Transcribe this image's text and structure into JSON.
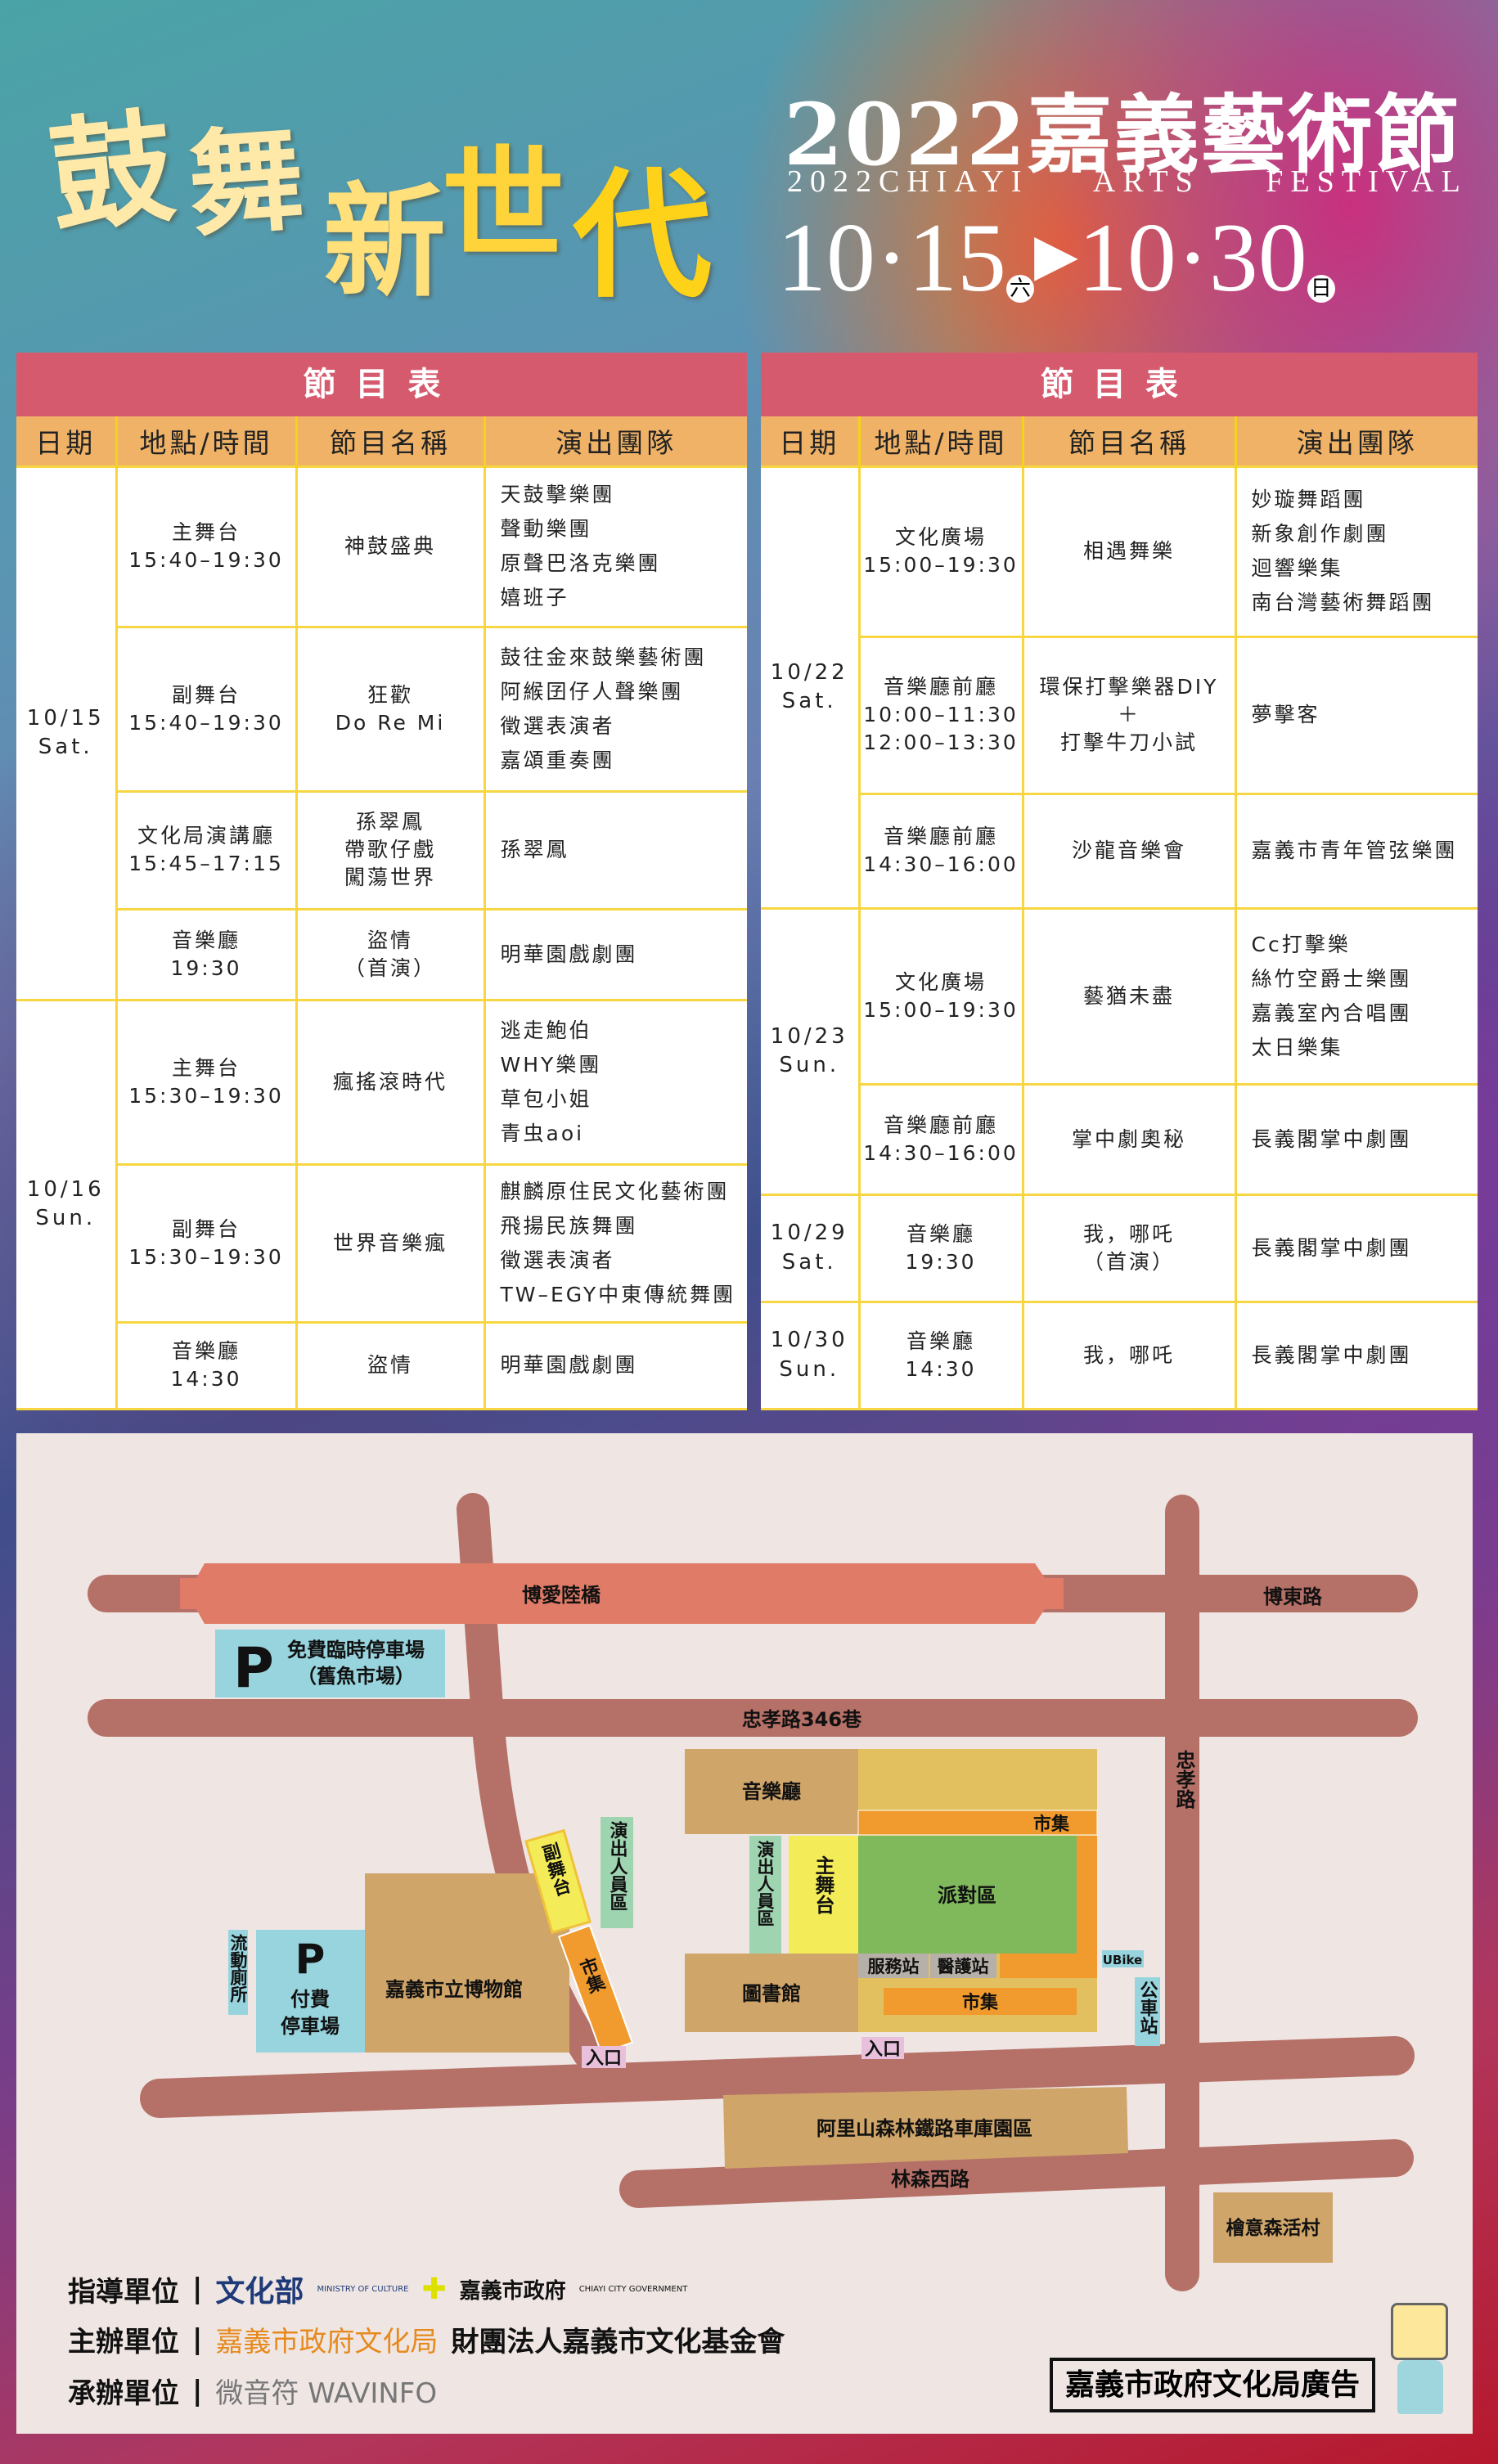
{
  "header": {
    "slogan": [
      "鼓",
      "舞",
      "新",
      "世",
      "代"
    ],
    "title": "2022嘉義藝術節",
    "subtitle": "2022CHIAYI ARTS FESTIVAL",
    "date_start": "10·15",
    "date_start_day": "六",
    "date_end": "10·30",
    "date_end_day": "日"
  },
  "schedule_title": "節目表",
  "columns": [
    "日期",
    "地點/時間",
    "節目名稱",
    "演出團隊"
  ],
  "left_table": [
    {
      "date": "10/15\nSat.",
      "rows": [
        {
          "venue": "主舞台\n15:40–19:30",
          "program": "神鼓盛典",
          "teams": "天鼓擊樂團\n聲動樂團\n原聲巴洛克樂團\n嬉班子"
        },
        {
          "venue": "副舞台\n15:40–19:30",
          "program": "狂歡\nDo Re Mi",
          "teams": "鼓往金來鼓樂藝術團\n阿緱囝仔人聲樂團\n徵選表演者\n嘉頌重奏團"
        },
        {
          "venue": "文化局演講廳\n15:45–17:15",
          "program": "孫翠鳳\n帶歌仔戲\n闖蕩世界",
          "teams": "孫翠鳳"
        },
        {
          "venue": "音樂廳\n19:30",
          "program": "盜情\n（首演）",
          "teams": "明華園戲劇團"
        }
      ]
    },
    {
      "date": "10/16\nSun.",
      "rows": [
        {
          "venue": "主舞台\n15:30–19:30",
          "program": "瘋搖滾時代",
          "teams": "逃走鮑伯\nWHY樂團\n草包小姐\n青虫aoi"
        },
        {
          "venue": "副舞台\n15:30–19:30",
          "program": "世界音樂瘋",
          "teams": "麒麟原住民文化藝術團\n飛揚民族舞團\n徵選表演者\nTW–EGY中東傳統舞團"
        },
        {
          "venue": "音樂廳\n14:30",
          "program": "盜情",
          "teams": "明華園戲劇團"
        }
      ]
    }
  ],
  "right_table": [
    {
      "date": "10/22\nSat.",
      "rows": [
        {
          "venue": "文化廣場\n15:00–19:30",
          "program": "相遇舞樂",
          "teams": "妙璇舞蹈團\n新象創作劇團\n迴響樂集\n南台灣藝術舞蹈團"
        },
        {
          "venue": "音樂廳前廳\n10:00–11:30\n12:00–13:30",
          "program": "環保打擊樂器DIY\n＋\n打擊牛刀小試",
          "teams": "夢擊客"
        },
        {
          "venue": "音樂廳前廳\n14:30–16:00",
          "program": "沙龍音樂會",
          "teams": "嘉義市青年管弦樂團"
        }
      ]
    },
    {
      "date": "10/23\nSun.",
      "rows": [
        {
          "venue": "文化廣場\n15:00–19:30",
          "program": "藝猶未盡",
          "teams": "Cc打擊樂\n絲竹空爵士樂團\n嘉義室內合唱團\n太日樂集"
        },
        {
          "venue": "音樂廳前廳\n14:30–16:00",
          "program": "掌中劇奧秘",
          "teams": "長義閣掌中劇團"
        }
      ]
    },
    {
      "date": "10/29\nSat.",
      "rows": [
        {
          "venue": "音樂廳\n19:30",
          "program": "我，哪吒\n（首演）",
          "teams": "長義閣掌中劇團"
        }
      ]
    },
    {
      "date": "10/30\nSun.",
      "rows": [
        {
          "venue": "音樂廳\n14:30",
          "program": "我，哪吒",
          "teams": "長義閣掌中劇團"
        }
      ]
    }
  ],
  "map": {
    "bridge": "博愛陸橋",
    "bodong": "博東路",
    "lane346": "忠孝路346巷",
    "zhongxiao": "忠孝路",
    "linsen": "林森西路",
    "free_parking_p": "P",
    "free_parking": "免費臨時停車場",
    "free_parking_sub": "（舊魚市場）",
    "paid_parking_p": "P",
    "paid_parking": "付費",
    "paid_parking_sub": "停車場",
    "toilet": "流動廁所",
    "museum": "嘉義市立博物館",
    "side_stage": "副舞台",
    "staff_area": "演出人員區",
    "market": "市集",
    "entrance": "入口",
    "concert_hall": "音樂廳",
    "main_stage": "主舞台",
    "party": "派對區",
    "library": "圖書館",
    "service": "服務站",
    "medical": "醫護站",
    "ubike": "UBike",
    "bus": "公車站",
    "alishan": "阿里山森林鐵路車庫園區",
    "hinoki": "檜意森活村"
  },
  "footer": {
    "guidance_label": "指導單位",
    "guidance": [
      "文化部",
      "MINISTRY OF CULTURE",
      "嘉義市政府",
      "CHIAYI CITY GOVERNMENT"
    ],
    "organizer_label": "主辦單位",
    "organizer": [
      "嘉義市政府文化局",
      "財團法人嘉義市文化基金會"
    ],
    "executor_label": "承辦單位",
    "executor": "微音符 WAVINFO",
    "ad": "嘉義市政府文化局廣告"
  },
  "colors": {
    "title_bar": "#d65a6e",
    "header_row": "#efb267",
    "grid": "#f7d642",
    "road": "#b57067",
    "bridge": "#e07b67"
  }
}
